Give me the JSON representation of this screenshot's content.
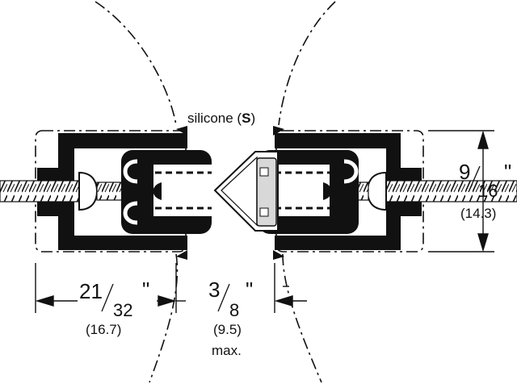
{
  "labels": {
    "sealant_word": "silicone (",
    "sealant_code": "S",
    "sealant_close": ")"
  },
  "dimensions": {
    "height": {
      "whole": "9",
      "denominator": "16",
      "unit": "\"",
      "metric": "(14.3)"
    },
    "left": {
      "whole": "21",
      "denominator": "32",
      "unit": "\"",
      "metric": "(16.7)"
    },
    "gap": {
      "whole": "3",
      "denominator": "8",
      "unit": "\"",
      "metric": "(9.5)",
      "note": "max."
    }
  },
  "colors": {
    "ink": "#111111",
    "seal": "#d8d8d8",
    "paper": "#ffffff"
  }
}
